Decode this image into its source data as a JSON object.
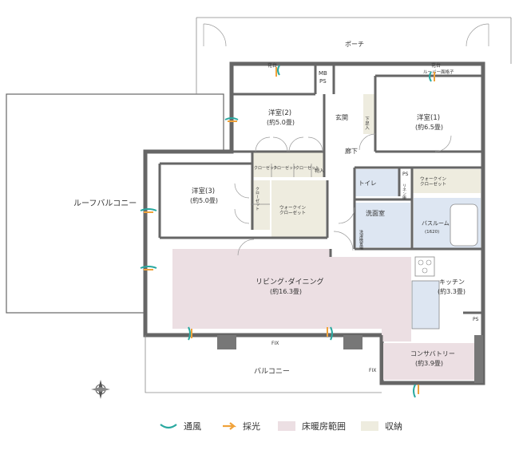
{
  "rooms": {
    "porch": "ポーチ",
    "mbps_line1": "MB",
    "mbps_line2": "PS",
    "planter1": "花台",
    "planter2": "花台",
    "louver": "ルーバー面格子",
    "western2_name": "洋室(2)",
    "western2_size": "(約5.0畳)",
    "western1_name": "洋室(1)",
    "western1_size": "(約6.5畳)",
    "western3_name": "洋室(3)",
    "western3_size": "(約5.0畳)",
    "entrance": "玄関",
    "shoe_closet": "下足入",
    "hallway": "廊下",
    "closet_a": "クローゼット",
    "closet_b": "クローゼット",
    "closet_c": "クローゼット",
    "closet_d": "クローゼット",
    "storage": "物入",
    "toilet": "トイレ",
    "ps": "PS",
    "linen": "リネン庫",
    "wic1": "ウォークイン\nクローゼット",
    "wic2": "ウォークイン\nクローゼット",
    "washroom": "洗面室",
    "washer": "洗濯機置場",
    "bathroom": "バスルーム",
    "bath_size": "(1620)",
    "roof_balcony": "ルーフバルコニー",
    "living_name": "リビング･ダイニング",
    "living_size": "(約16.3畳)",
    "kitchen_name": "キッチン",
    "kitchen_size": "(約3.3畳)",
    "ps2": "PS",
    "conservatory_name": "コンサバトリー",
    "conservatory_size": "(約3.9畳)",
    "balcony": "バルコニー",
    "fix1": "FIX",
    "fix2": "FIX"
  },
  "legend": [
    {
      "label": "通風",
      "icon": "ventilation-icon",
      "color": "#2aa9a0"
    },
    {
      "label": "採光",
      "icon": "daylight-icon",
      "color": "#f0a23a"
    },
    {
      "label": "床暖房範囲",
      "icon": "floor-heating-swatch",
      "color": "#ecdfe3"
    },
    {
      "label": "収納",
      "icon": "storage-swatch",
      "color": "#eeecdf"
    }
  ],
  "colors": {
    "floor_heating": "#ecdfe3",
    "storage": "#eeecdf",
    "wet_area": "#dde6f2",
    "wall": "#666666"
  }
}
